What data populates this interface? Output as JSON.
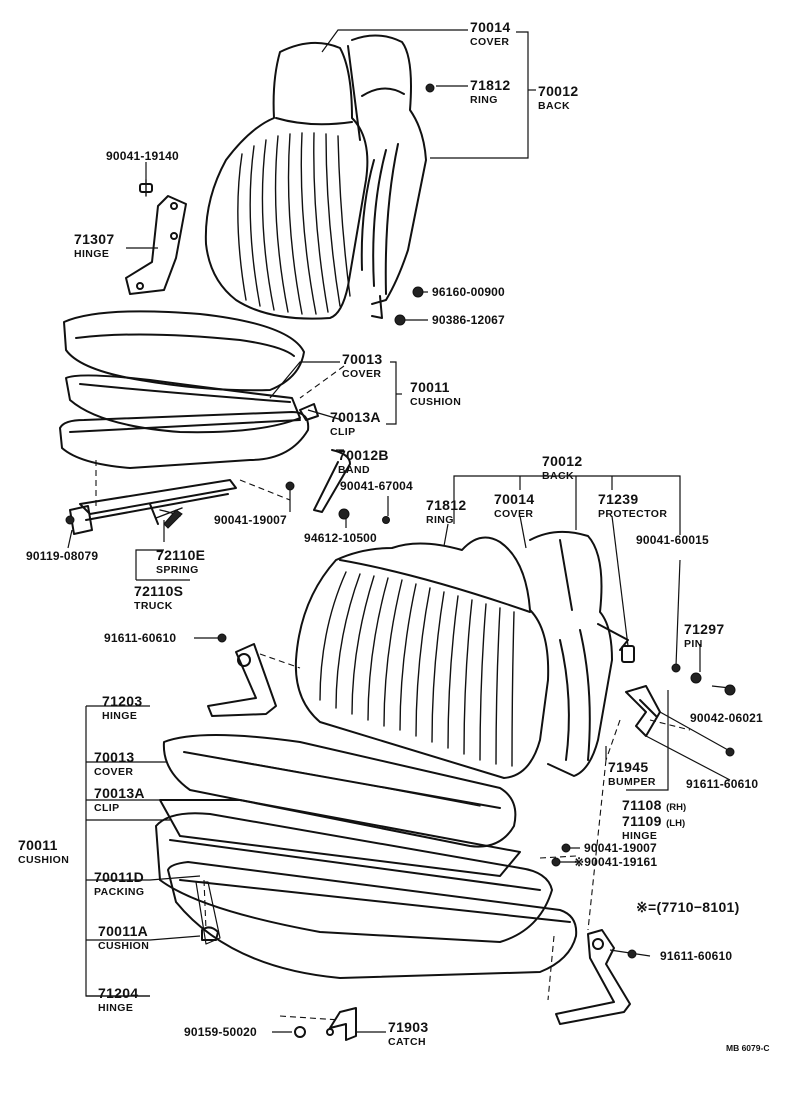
{
  "labels": {
    "back_cover_upper_num": "70014",
    "back_cover_upper_name": "COVER",
    "ring_upper_num": "71812",
    "ring_upper_name": "RING",
    "back_upper_num": "70012",
    "back_upper_name": "BACK",
    "bolt_19140": "90041-19140",
    "hinge_upper_num": "71307",
    "hinge_upper_name": "HINGE",
    "nut_96160": "96160-00900",
    "nut_90386": "90386-12067",
    "cover_mid_num": "70013",
    "cover_mid_name": "COVER",
    "cushion_mid_num": "70011",
    "cushion_mid_name": "CUSHION",
    "clip_mid_num": "70013A",
    "clip_mid_name": "CLIP",
    "band_num": "70012B",
    "band_name": "BAND",
    "bolt_67004": "90041-67004",
    "bolt_19007_mid": "90041-19007",
    "nut_94612": "94612-10500",
    "screw_90119": "90119-08079",
    "spring_num": "72110E",
    "spring_name": "SPRING",
    "truck_num": "72110S",
    "truck_name": "TRUCK",
    "back_lower_num": "70012",
    "back_lower_name": "BACK",
    "ring_lower_num": "71812",
    "ring_lower_name": "RING",
    "cover_lower_num": "70014",
    "cover_lower_name": "COVER",
    "protector_num": "71239",
    "protector_name": "PROTECTOR",
    "bolt_60015": "90041-60015",
    "bolt_91611_a": "91611-60610",
    "pin_num": "71297",
    "pin_name": "PIN",
    "hinge_203_num": "71203",
    "hinge_203_name": "HINGE",
    "nut_90042": "90042-06021",
    "cover_low_num": "70013",
    "cover_low_name": "COVER",
    "clip_low_num": "70013A",
    "clip_low_name": "CLIP",
    "bumper_num": "71945",
    "bumper_name": "BUMPER",
    "bolt_91611_b": "91611-60610",
    "hinge_rh_num": "71108",
    "hinge_rh_side": "(RH)",
    "hinge_lh_num": "71109",
    "hinge_lh_side": "(LH)",
    "hinge_lh_name": "HINGE",
    "cushion_low_num": "70011",
    "cushion_low_name": "CUSHION",
    "bolt_19007_low": "90041-19007",
    "bolt_19161": "※90041-19161",
    "packing_num": "70011D",
    "packing_name": "PACKING",
    "footnote": "※=(7710−8101)",
    "cushion_a_num": "70011A",
    "cushion_a_name": "CUSHION",
    "bolt_91611_c": "91611-60610",
    "hinge_204_num": "71204",
    "hinge_204_name": "HINGE",
    "screw_90159": "90159-50020",
    "catch_num": "71903",
    "catch_name": "CATCH",
    "drawing_code": "MB 6079-C"
  }
}
